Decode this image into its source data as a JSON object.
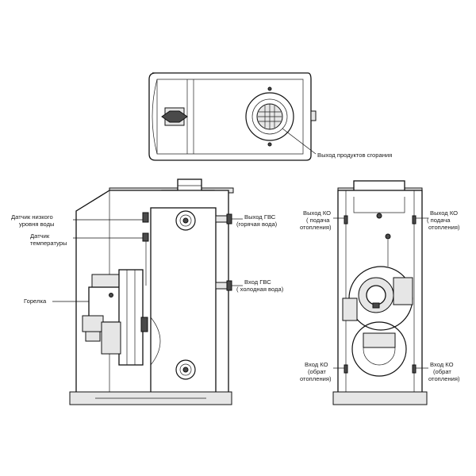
{
  "labels": {
    "flue_outlet": "Выход продуктов сгорания",
    "low_water_sensor_1": "Датчик низкого",
    "low_water_sensor_2": "уровня воды",
    "temp_sensor_1": "Датчик",
    "temp_sensor_2": "температуры",
    "burner": "Горелка",
    "dhw_out_1": "Выход ГВС",
    "dhw_out_2": "(горячая вода)",
    "dhw_in_1": "Вход ГВС",
    "dhw_in_2": "( холодная вода)",
    "heat_supply_left_1": "Выход КО",
    "heat_supply_left_2": "( подача",
    "heat_supply_left_3": "отопления)",
    "heat_supply_right_1": "Выход КО",
    "heat_supply_right_2": "( подача",
    "heat_supply_right_3": "отопления)",
    "heat_return_left_1": "Вход КО",
    "heat_return_left_2": "(обрат",
    "heat_return_left_3": "отопления)",
    "heat_return_right_1": "Вход КО",
    "heat_return_right_2": "(обрат",
    "heat_return_right_3": "отопления)"
  }
}
